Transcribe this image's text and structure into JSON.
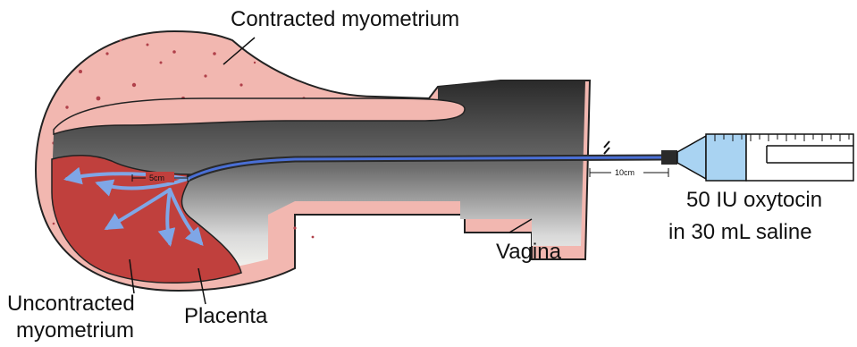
{
  "labels": {
    "contracted_myometrium": "Contracted myometrium",
    "oxytocin_line1": "50 IU oxytocin",
    "oxytocin_line2": "in 30 mL saline",
    "vagina": "Vagina",
    "uncontracted_line1": "Uncontracted",
    "uncontracted_line2": "myometrium",
    "placenta": "Placenta",
    "measure_5cm": "5cm",
    "measure_10cm": "10cm"
  },
  "colors": {
    "myometrium_pink": "#f2b7b0",
    "myometrium_speckle": "#b0404a",
    "cavity_dark": "#3a3a3a",
    "placenta_red": "#c0403d",
    "catheter_blue": "#4a6fd6",
    "arrow_blue": "#7fa6e6",
    "syringe_fluid": "#a9d3f2"
  }
}
